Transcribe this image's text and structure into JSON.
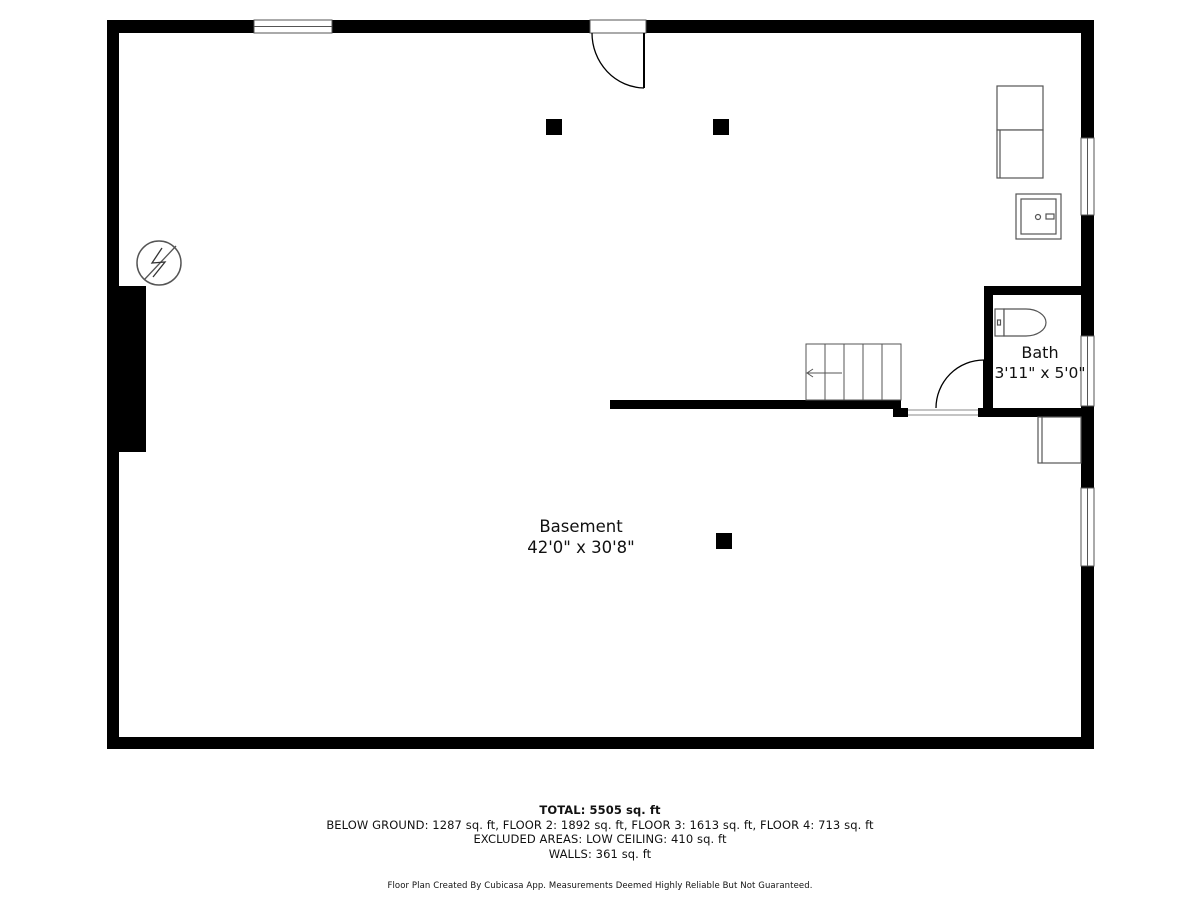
{
  "rooms": {
    "basement": {
      "name": "Basement",
      "dims": "42'0\" x 30'8\""
    },
    "bath": {
      "name": "Bath",
      "dims": "3'11\" x 5'0\""
    }
  },
  "summary": {
    "total": "TOTAL: 5505 sq. ft",
    "floors": "BELOW GROUND: 1287 sq. ft, FLOOR 2: 1892 sq. ft, FLOOR 3: 1613 sq. ft, FLOOR 4: 713 sq. ft",
    "excluded": "EXCLUDED AREAS: LOW CEILING: 410 sq. ft",
    "walls": "WALLS: 361 sq. ft"
  },
  "credit": "Floor Plan Created By Cubicasa App. Measurements Deemed Highly Reliable But Not Guaranteed.",
  "colors": {
    "wall": "#000000",
    "background": "#ffffff",
    "fixture": "#555555"
  }
}
